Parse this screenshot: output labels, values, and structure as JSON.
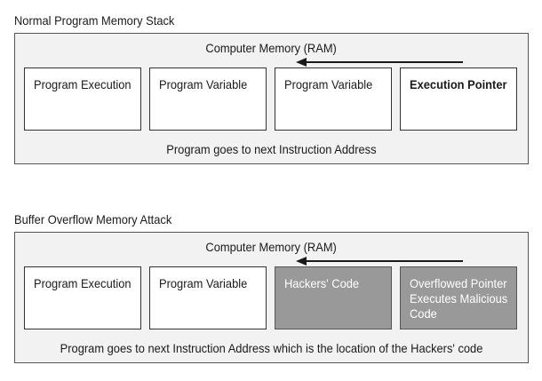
{
  "diagrams": [
    {
      "title": "Normal Program Memory Stack",
      "memory_label": "Computer Memory (RAM)",
      "cells": [
        {
          "label": "Program Execution",
          "style": "plain"
        },
        {
          "label": "Program Variable",
          "style": "plain"
        },
        {
          "label": "Program Variable",
          "style": "plain"
        },
        {
          "label": "Execution Pointer",
          "style": "bold"
        }
      ],
      "caption": "Program goes to next Instruction Address"
    },
    {
      "title": "Buffer Overflow Memory Attack",
      "memory_label": "Computer Memory (RAM)",
      "cells": [
        {
          "label": "Program Execution",
          "style": "plain"
        },
        {
          "label": "Program Variable",
          "style": "plain"
        },
        {
          "label": "Hackers' Code",
          "style": "dark"
        },
        {
          "label": "Overflowed Pointer Executes Malicious Code",
          "style": "dark"
        }
      ],
      "caption": "Program goes to next Instruction Address which is the location of the Hackers' code"
    }
  ],
  "colors": {
    "frame_fill": "#f2f2f2",
    "frame_border": "#555555",
    "cell_fill": "#ffffff",
    "dark_cell_fill": "#999999",
    "dark_cell_text": "#ffffff",
    "arrow": "#1a1a1a"
  }
}
